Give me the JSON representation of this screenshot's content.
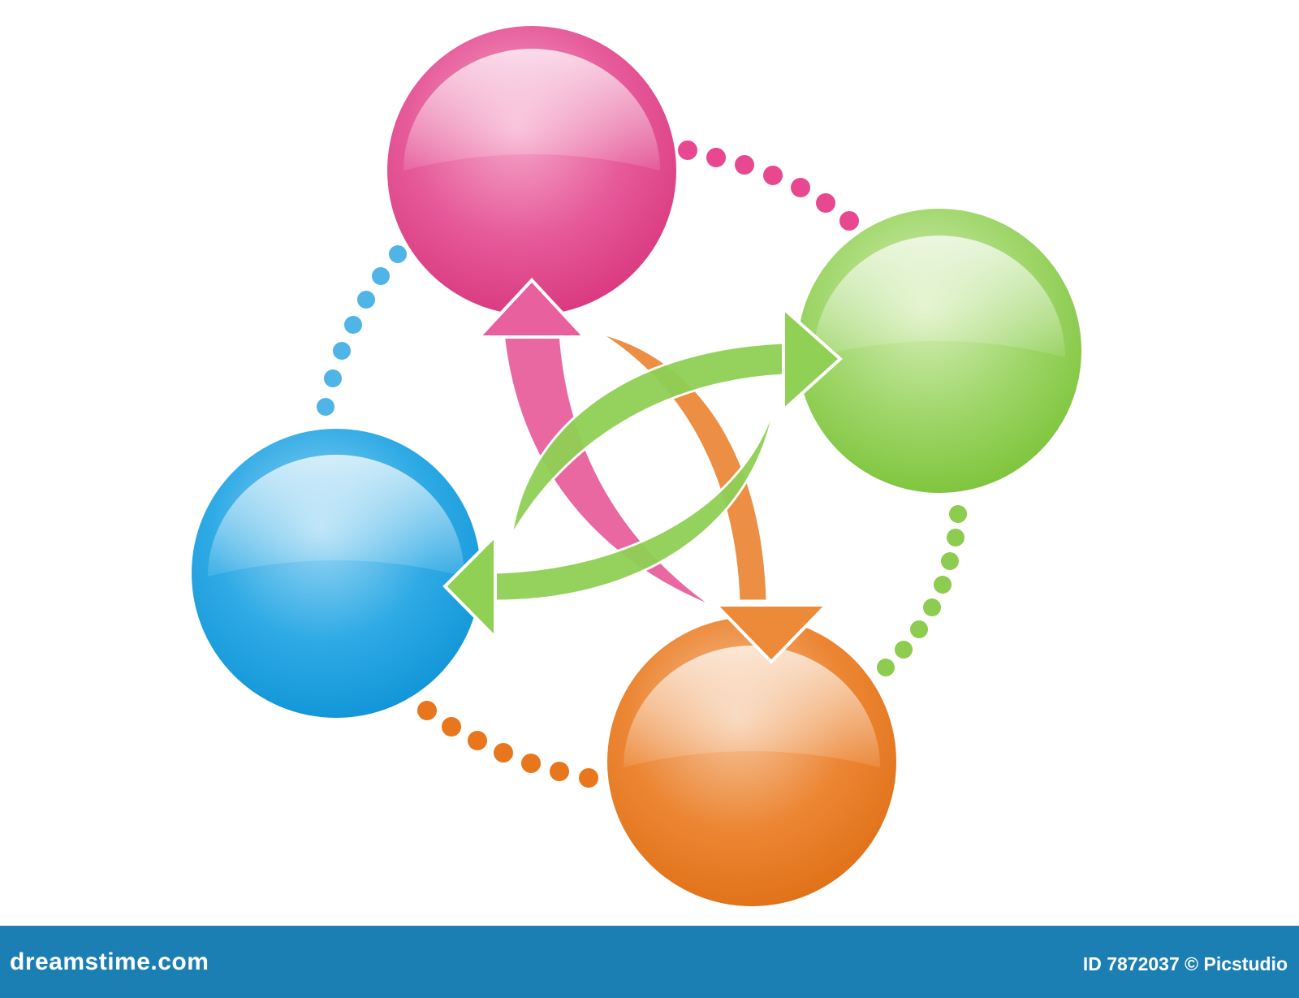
{
  "diagram": {
    "nodes": [
      {
        "id": "pink",
        "color": "#e8488f"
      },
      {
        "id": "green",
        "color": "#7cc33a"
      },
      {
        "id": "blue",
        "color": "#169fdc"
      },
      {
        "id": "orange",
        "color": "#e8761c"
      }
    ],
    "dotted_connectors": [
      {
        "from": "pink",
        "to": "green",
        "color": "#e8488f"
      },
      {
        "from": "green",
        "to": "orange",
        "color": "#8ccc4e"
      },
      {
        "from": "orange",
        "to": "blue",
        "color": "#e8761c"
      },
      {
        "from": "blue",
        "to": "pink",
        "color": "#4fb4e6"
      }
    ],
    "arrows": [
      {
        "target": "pink",
        "color": "#e8609e"
      },
      {
        "target": "green",
        "color": "#8fd055"
      },
      {
        "target": "blue",
        "color": "#8fd055"
      },
      {
        "target": "orange",
        "color": "#ec8a3a"
      }
    ]
  },
  "watermark": {
    "brand": "dreamstime.com",
    "credit": "ID 7872037 © Picstudio"
  },
  "colors": {
    "footer_bg": "#1b7fb4",
    "footer_text": "#ffffff"
  }
}
